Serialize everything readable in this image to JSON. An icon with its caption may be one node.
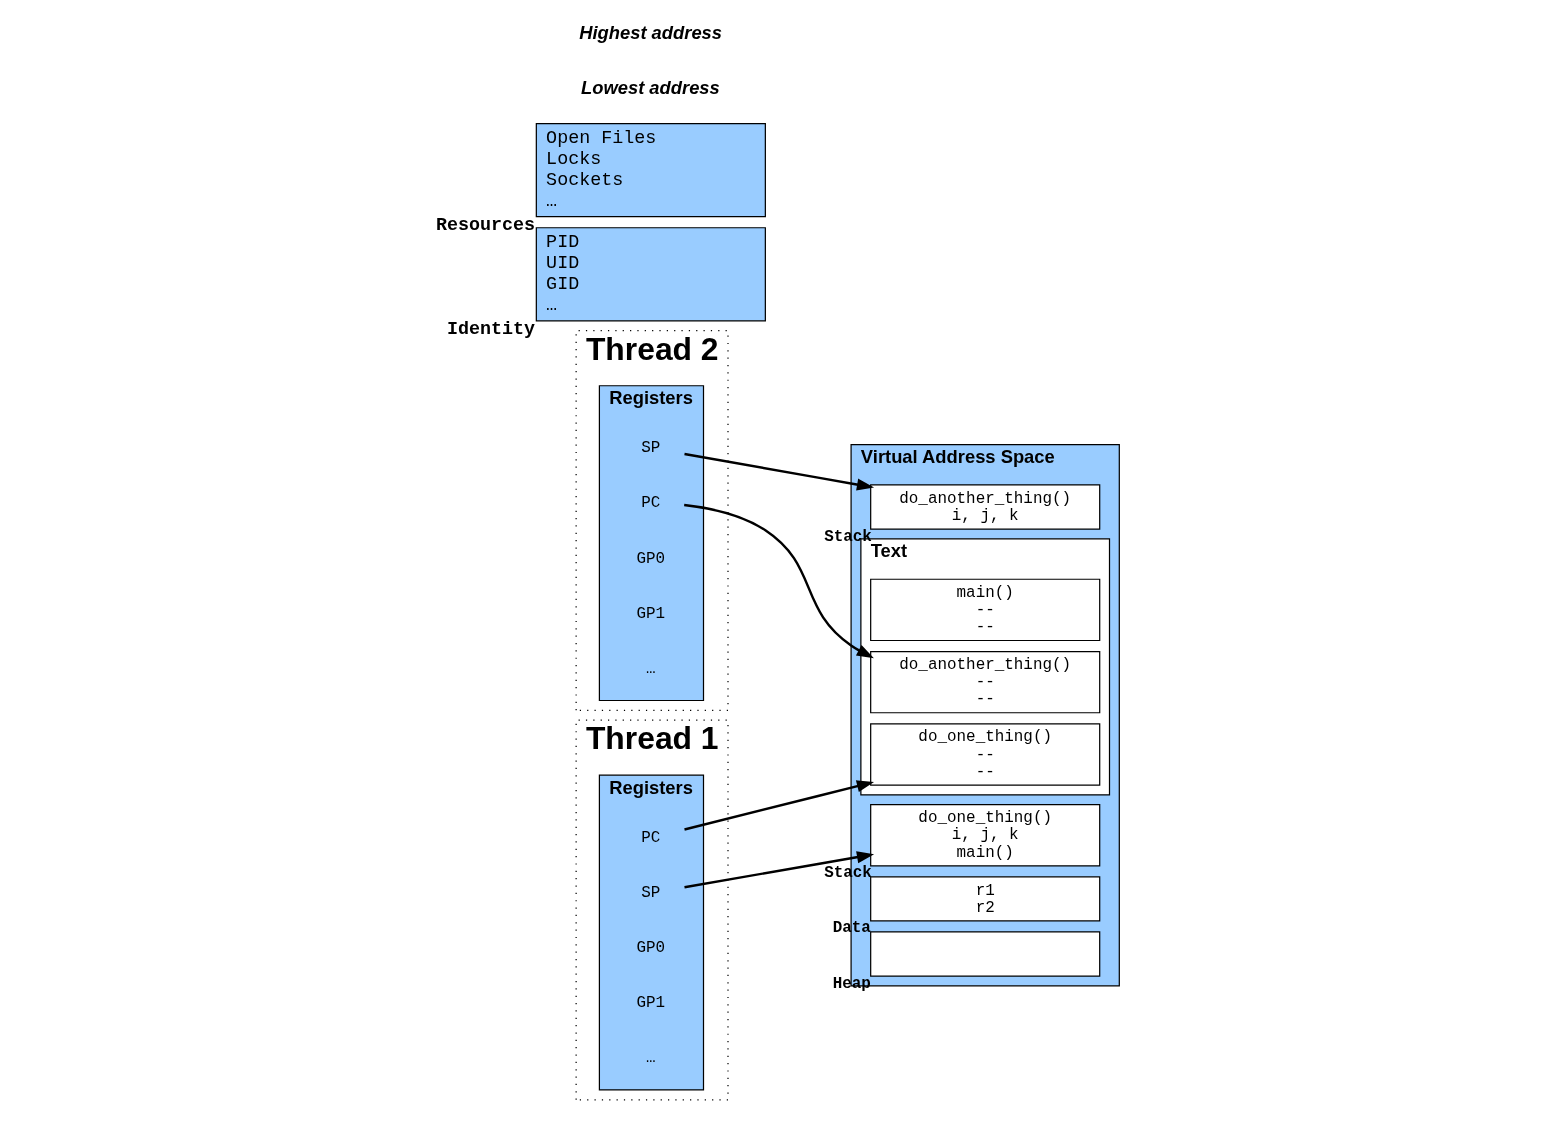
{
  "diagram": {
    "nodes": [
      {
        "text": [
          "Thread 2"
        ]
      },
      {
        "text": [
          "Registers"
        ],
        "in": 0
      },
      {
        "text": [
          "SP"
        ],
        "in": 1
      },
      {
        "text": [
          "PC"
        ],
        "in": 1
      },
      {
        "text": [
          "GP0"
        ],
        "in": 1
      },
      {
        "text": [
          "GP1"
        ],
        "in": 1
      },
      {
        "text": [
          "…"
        ],
        "in": 1
      },
      {
        "text": [
          "Thread 1"
        ]
      },
      {
        "text": [
          "Registers"
        ],
        "in": 7
      },
      {
        "text": [
          "SP"
        ],
        "in": 8
      },
      {
        "text": [
          "PC"
        ],
        "in": 8
      },
      {
        "text": [
          "GP0"
        ],
        "in": 8
      },
      {
        "text": [
          "GP1"
        ],
        "in": 8
      },
      {
        "text": [
          "…"
        ],
        "in": 8
      },
      {
        "text": [
          "Identity",
          "PID",
          "UID",
          "GID",
          "…"
        ]
      },
      {
        "text": [
          "Resources",
          "Open Files",
          "Locks",
          "Sockets",
          "…"
        ]
      },
      {
        "text": [
          "Virtual Address Space"
        ]
      },
      {
        "text": [
          "do_another_thing()",
          "i, j, k"
        ],
        "beside": [
          "Stack"
        ],
        "in": 16
      },
      {
        "text": [
          "do_one_thing()",
          "i, j, k",
          "main()"
        ],
        "beside": [
          "Stack"
        ],
        "in": 16
      },
      {
        "text": [],
        "shape": "box",
        "beside": [
          "Text"
        ],
        "in": 16
      },
      {
        "text": [
          "main()",
          "--",
          "--"
        ],
        "in": 19
      },
      {
        "text": [
          "do_one_thing()",
          "--",
          "--"
        ],
        "in": 19
      },
      {
        "text": [
          "do_another_thing()",
          "--",
          "--"
        ],
        "in": 19
      },
      {
        "text": [
          "r1",
          "r2"
        ],
        "beside": [
          "Data"
        ],
        "in": 16
      },
      {
        "text": [],
        "shape": "box",
        "beside": [
          "Heap"
        ],
        "in": 16
      }
    ],
    "edges": [
      {
        "from": 2,
        "to": 17,
        "arrow": "to"
      },
      {
        "from": 3,
        "to": 22,
        "arrow": "to"
      },
      {
        "from": 9,
        "to": 18,
        "arrow": "to"
      },
      {
        "from": 10,
        "to": 21,
        "arrow": "to"
      }
    ],
    "labels": [
      "Lowest address",
      "Highest address"
    ]
  }
}
